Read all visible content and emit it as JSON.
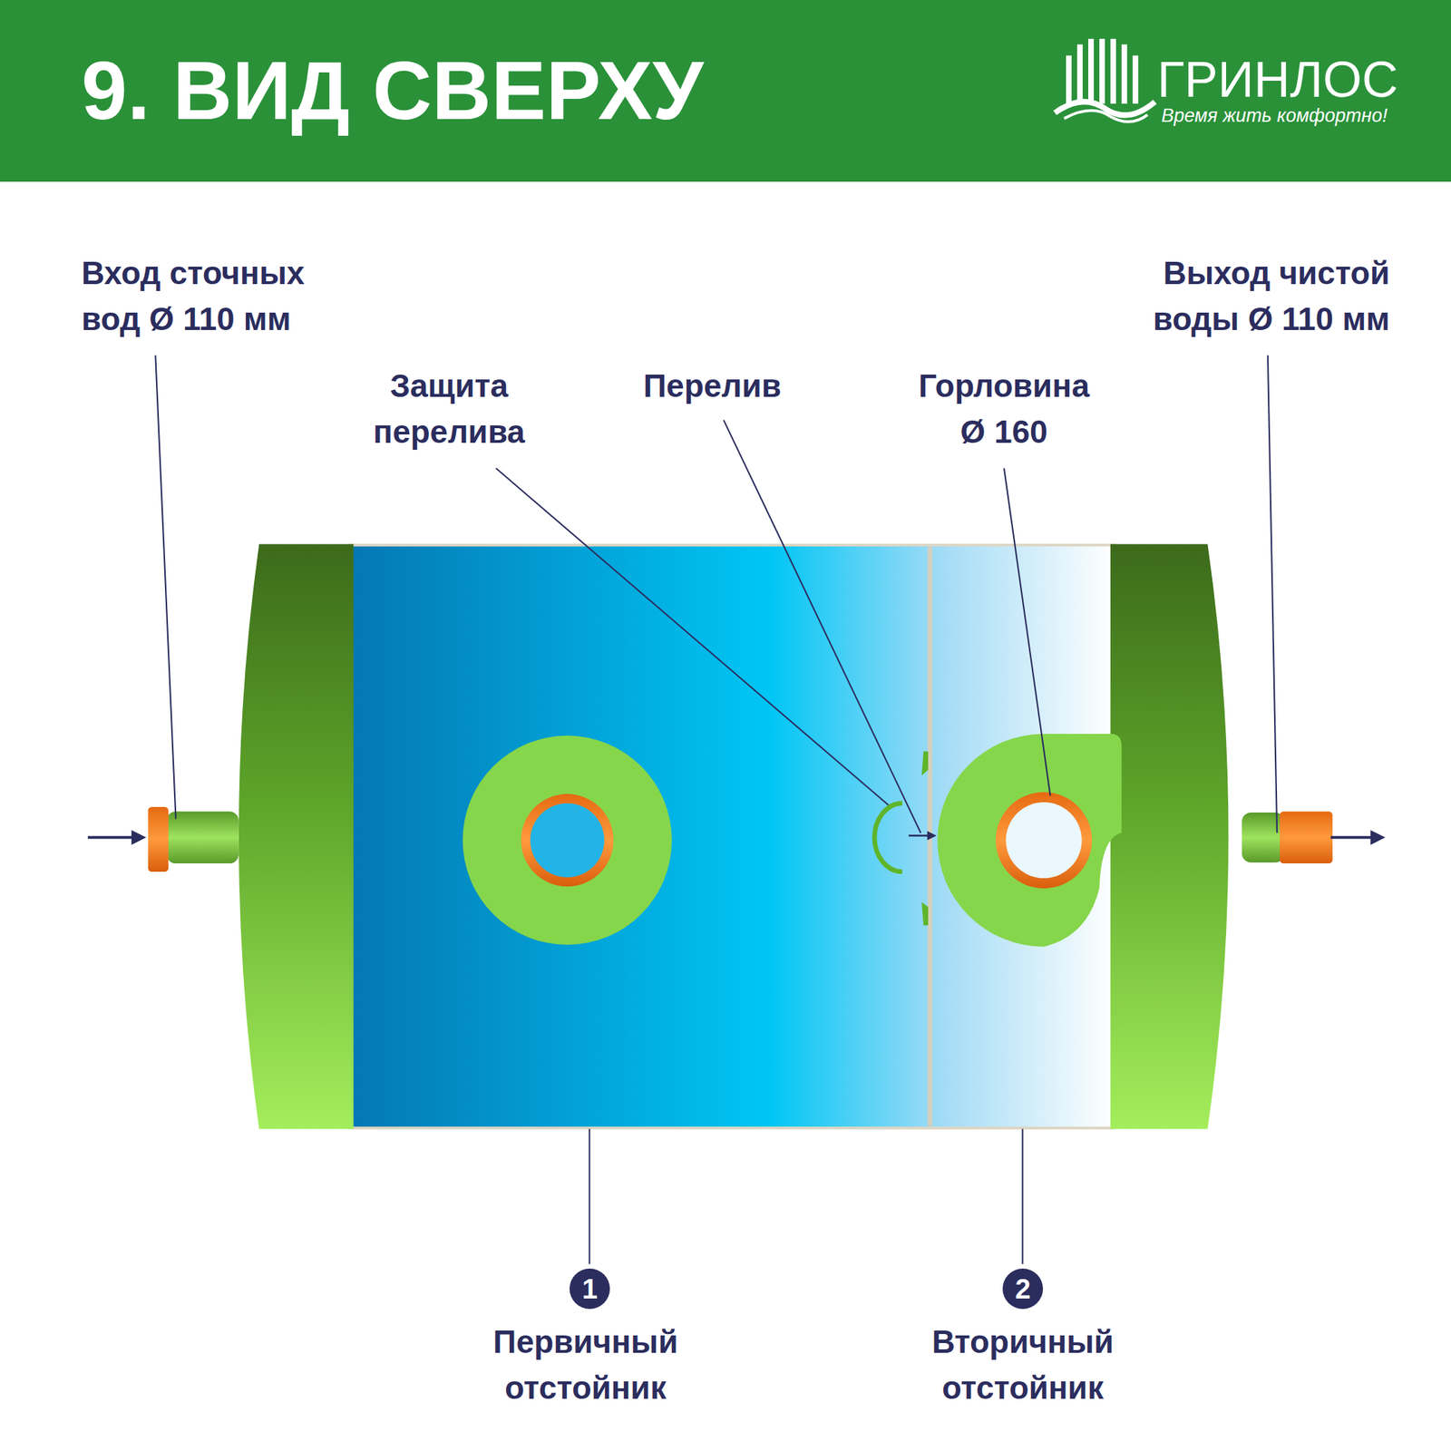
{
  "diagram": {
    "title": "9. ВИД СВЕРХУ",
    "nodes": [
      {
        "text": [
          "1"
        ]
      },
      {
        "text": [
          "2"
        ]
      }
    ],
    "labels": [
      "ГРИНЛОС",
      "Время жить комфортно!",
      "Вход сточных вод Ø 110 мм",
      "Выход чистой воды Ø 110 мм",
      "Защита перелива",
      "Перелив",
      "Горловина Ø 160",
      "Первичный отстойник",
      "Вторичный отстойник"
    ]
  }
}
